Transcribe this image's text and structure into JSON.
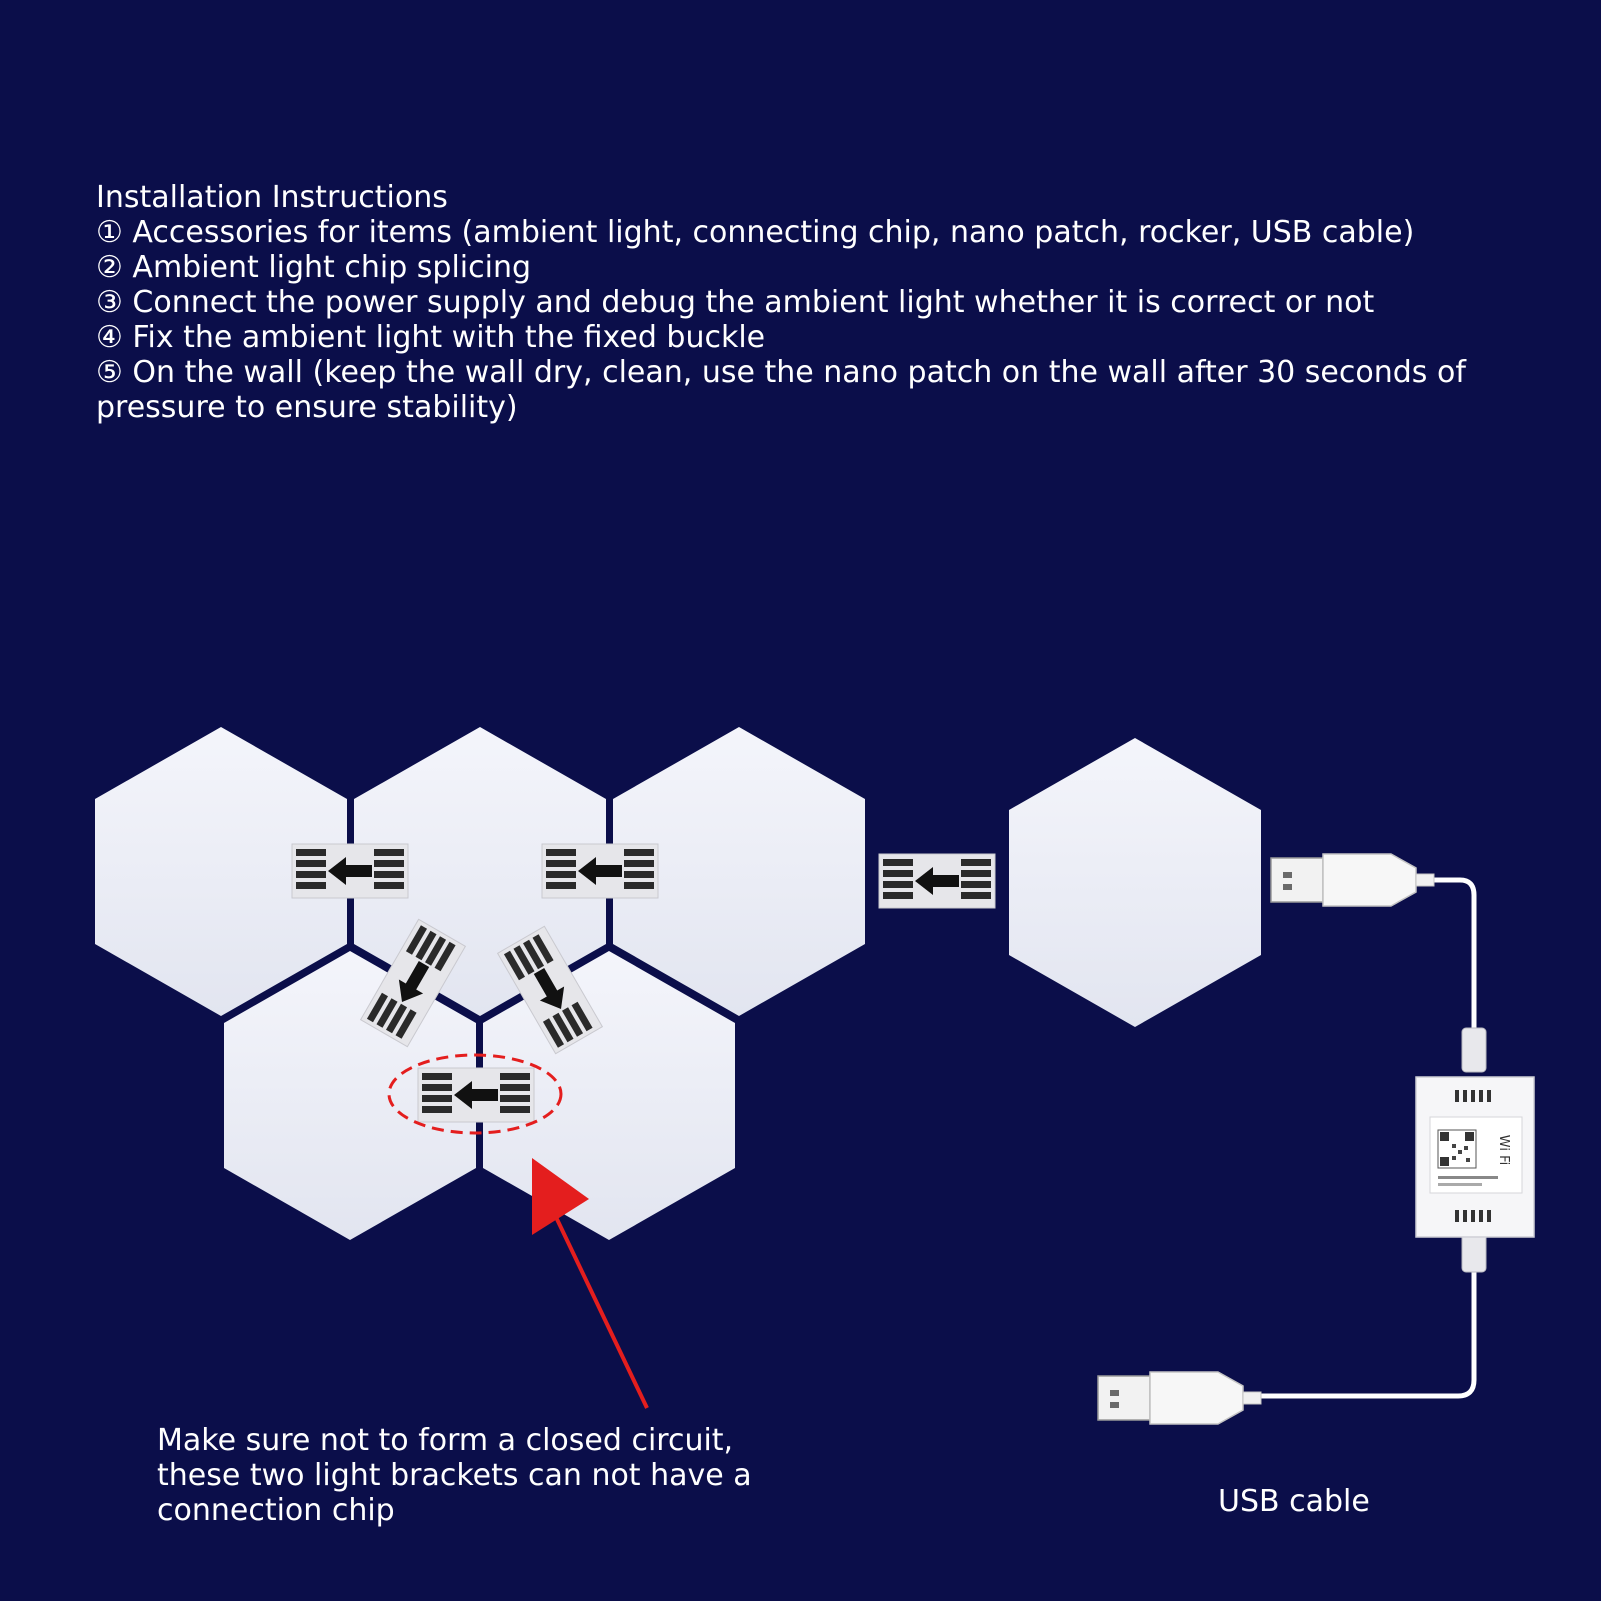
{
  "instructions": {
    "title": "Installation Instructions",
    "steps": [
      "① Accessories for items (ambient light, connecting chip, nano patch, rocker, USB cable)",
      "② Ambient light chip splicing",
      "③ Connect the power supply and debug the ambient light whether it is correct or not",
      "④ Fix the ambient light with the fixed buckle",
      "⑤ On the wall (keep the wall dry, clean, use the nano patch on the wall after 30 seconds of pressure to ensure stability)"
    ]
  },
  "diagram": {
    "closed_circuit_note": {
      "line1": "Make sure not to form a closed circuit,",
      "line2": "these two light brackets can not have a",
      "line3": "connection chip"
    },
    "usb_cable_label": "USB cable",
    "controller_badge": "Wi Fi",
    "colors": {
      "background": "#0b0e4a",
      "hexagon_panel": "#eceef6",
      "warning_red": "#e41e1e",
      "cable": "#ffffff"
    }
  }
}
